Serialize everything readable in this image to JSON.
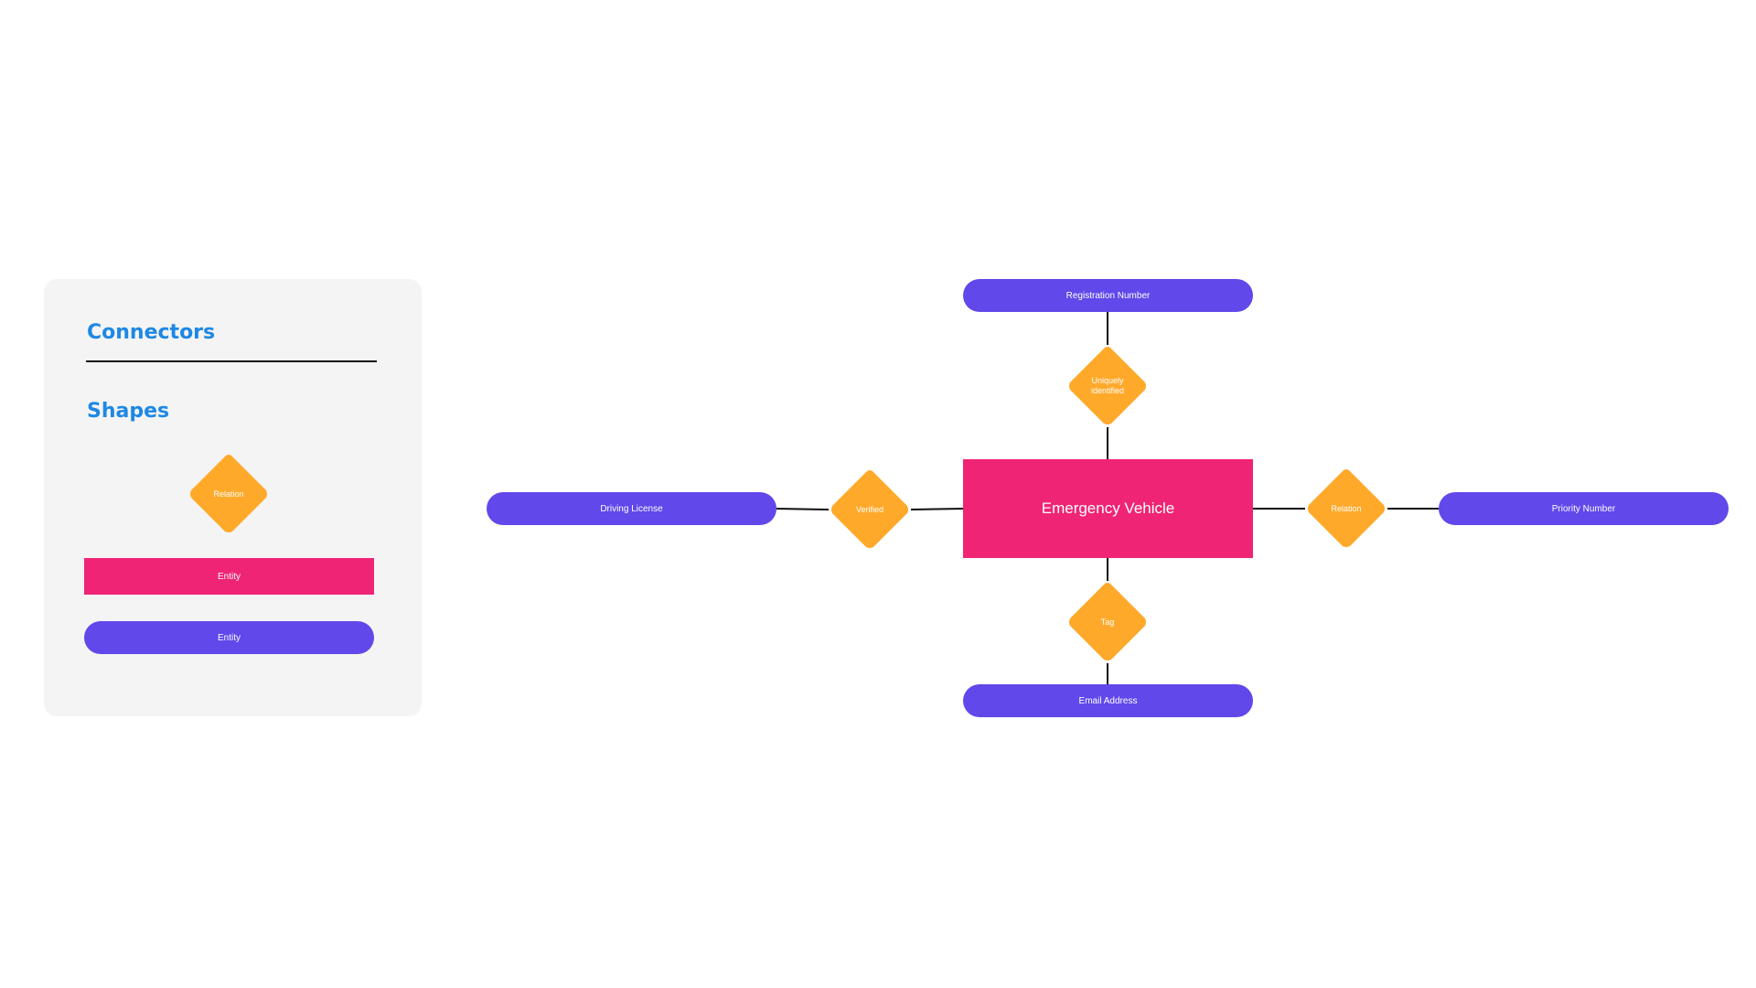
{
  "colors": {
    "relation": "#ffa92b",
    "entity": "#ef2474",
    "attribute": "#6148ea",
    "heading": "#1e88e5",
    "panel": "#f4f4f4"
  },
  "legend": {
    "connectors_heading": "Connectors",
    "shapes_heading": "Shapes",
    "relation_label": "Relation",
    "entity_rect_label": "Entity",
    "entity_pill_label": "Entity"
  },
  "diagram": {
    "entity": "Emergency Vehicle",
    "attributes": {
      "top": "Registration Number",
      "left": "Driving License",
      "right": "Priority Number",
      "bottom": "Email Address"
    },
    "relations": {
      "top": "Uniquely\nidentified",
      "left": "Verified",
      "right": "Relation",
      "bottom": "Tag"
    }
  }
}
